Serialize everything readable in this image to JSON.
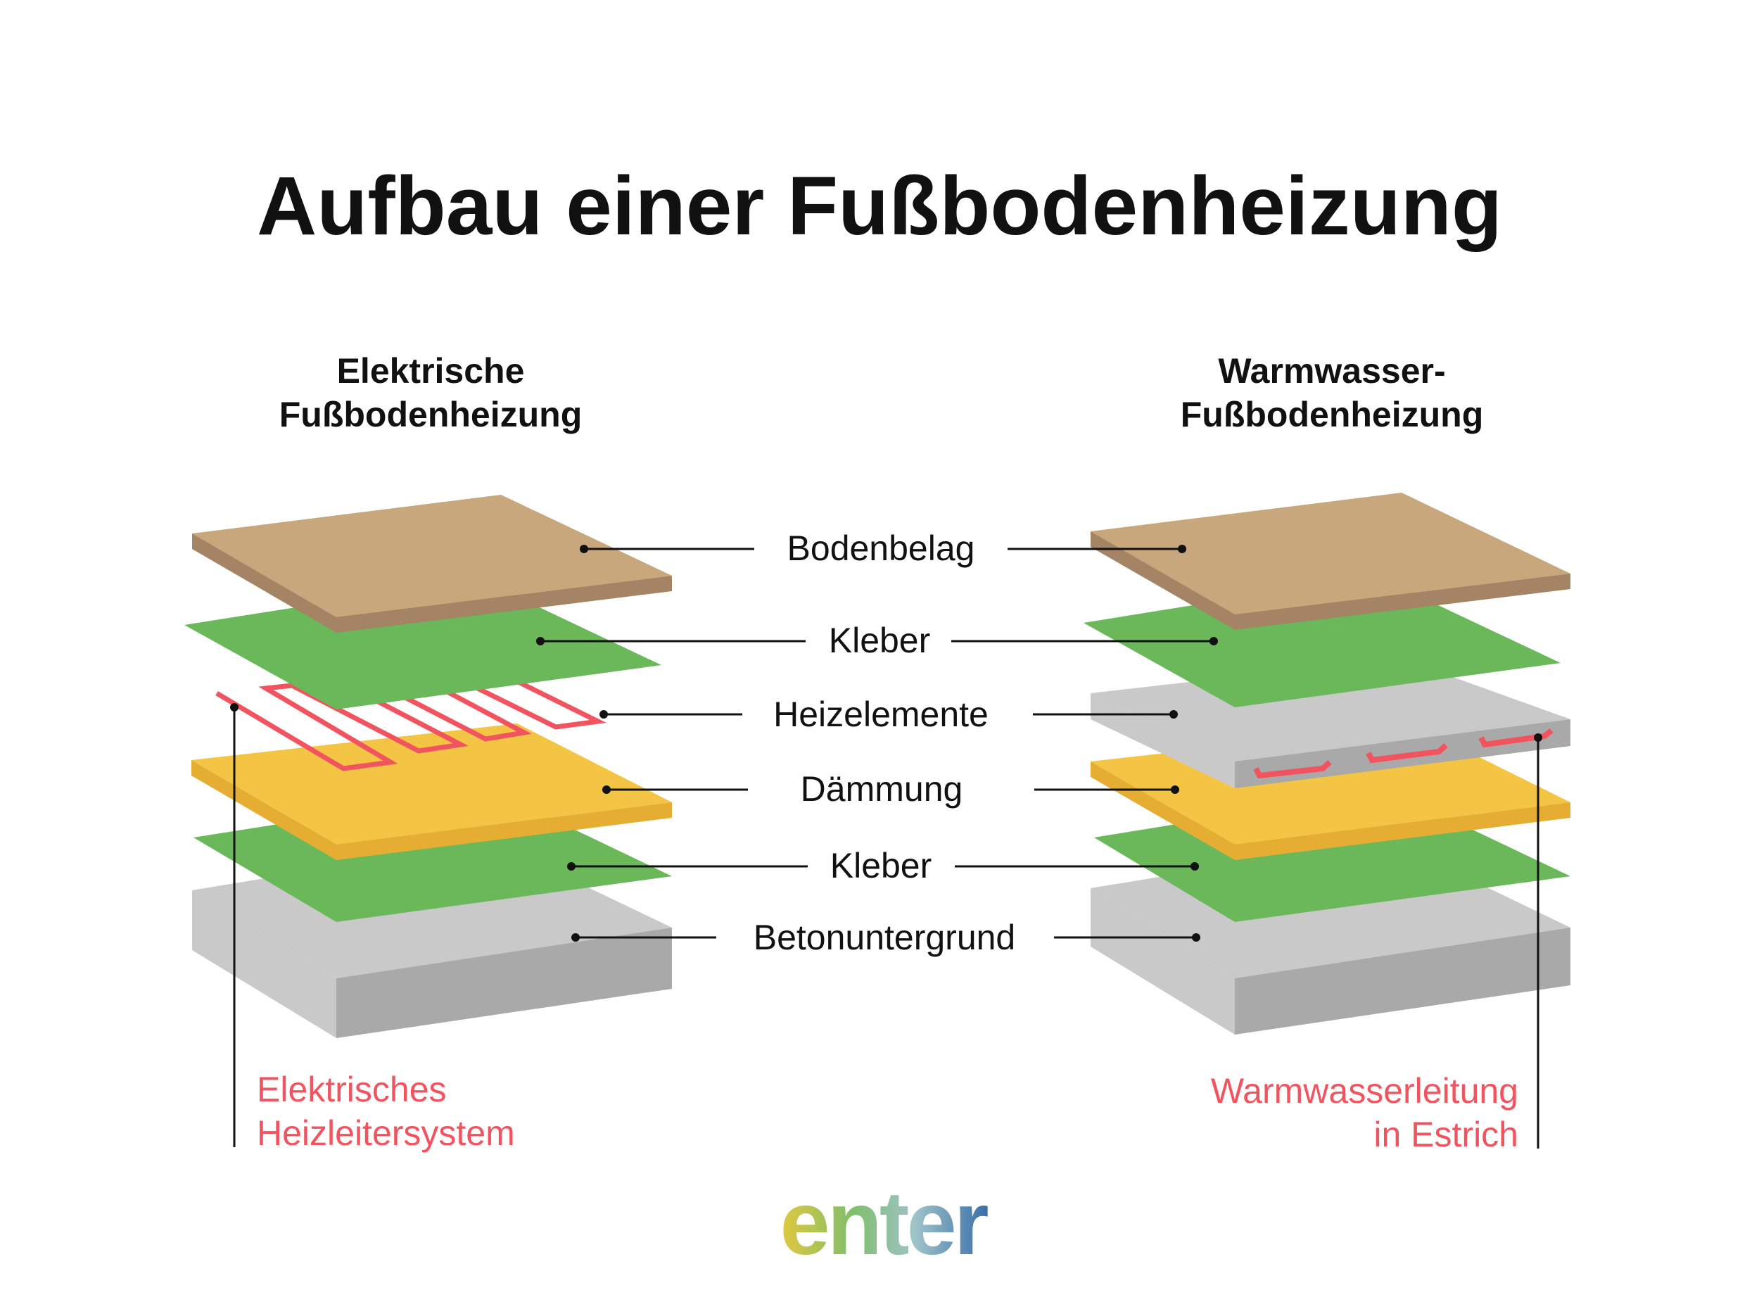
{
  "title": "Aufbau einer Fußbodenheizung",
  "left_heading": [
    "Elektrische",
    "Fußbodenheizung"
  ],
  "right_heading": [
    "Warmwasser-",
    "Fußbodenheizung"
  ],
  "layer_labels": [
    "Bodenbelag",
    "Kleber",
    "Heizelemente",
    "Dämmung",
    "Kleber",
    "Betonuntergrund"
  ],
  "left_callout": [
    "Elektrisches",
    "Heizleitersystem"
  ],
  "right_callout": [
    "Warmwasserleitung",
    "in Estrich"
  ],
  "logo": "enter",
  "colors": {
    "floor_top": "#C8A77C",
    "floor_side": "#A48464",
    "adhesive": "#6AB85A",
    "insulation_top": "#F4C545",
    "insulation_side": "#E5AE33",
    "concrete_top": "#C9C9C9",
    "concrete_side": "#A9A9A9",
    "heating": "#F2545F",
    "leader": "#111111",
    "logo_gradient": [
      "#E2C83E",
      "#7FBF6A",
      "#9FC3C9",
      "#3A6FA8"
    ]
  }
}
